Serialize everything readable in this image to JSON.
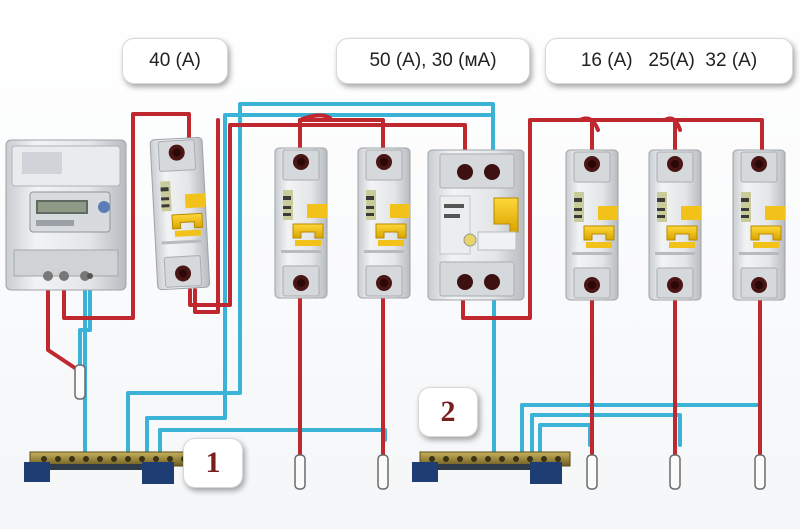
{
  "labels": {
    "main_breaker": "40 (A)",
    "rcd": "50 (A), 30 (мА)",
    "group_breakers": "16 (A)   25(A)  32 (A)"
  },
  "bus_numbers": {
    "bus1": "1",
    "bus2": "2"
  },
  "colors": {
    "phase_wire": "#c0282f",
    "neutral_wire": "#3ab3d6",
    "device_body": "#e4e6e8",
    "handle": "#f2c21a",
    "terminal": "#5b1a1a",
    "bus_base": "#1e3e73",
    "bus_bar": "#a08a3a",
    "number_text": "#7a1f1f"
  },
  "icons": [
    "electric-meter-icon",
    "circuit-breaker-icon",
    "rcd-icon",
    "neutral-bus-icon",
    "wire-end-icon"
  ]
}
